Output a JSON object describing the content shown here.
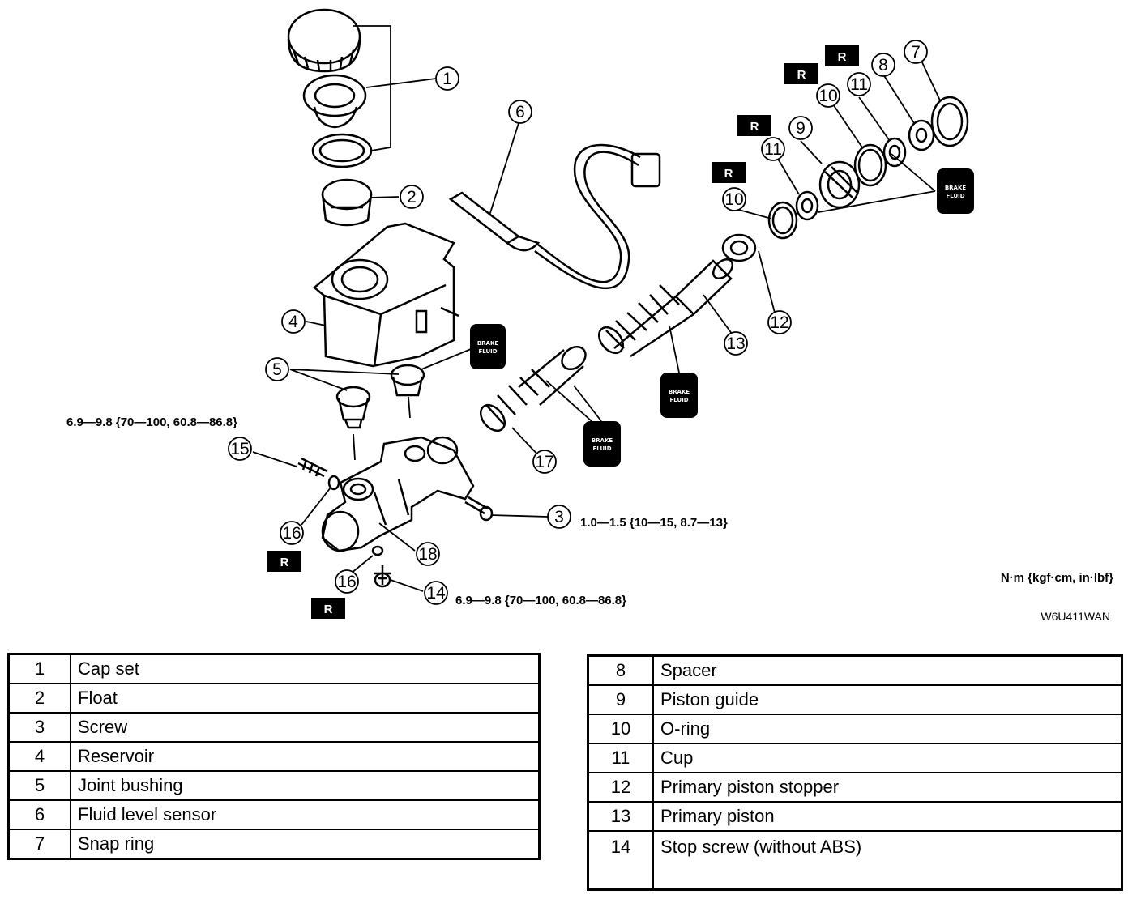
{
  "callouts": [
    "1",
    "2",
    "3",
    "4",
    "5",
    "6",
    "7",
    "8",
    "9",
    "10",
    "11",
    "12",
    "13",
    "14",
    "15",
    "16",
    "17",
    "18"
  ],
  "replace_badge": "R",
  "brake_fluid_label": [
    "BRAKE",
    "FLUID"
  ],
  "torque_specs": {
    "screw_15": "6.9—9.8 {70—100, 60.8—86.8}",
    "screw_3": "1.0—1.5 {10—15, 8.7—13}",
    "screw_14": "6.9—9.8 {70—100, 60.8—86.8}"
  },
  "units": "N·m {kgf·cm, in·lbf}",
  "figure_code": "W6U411WAN",
  "legend_left": [
    {
      "num": "1",
      "name": "Cap set"
    },
    {
      "num": "2",
      "name": "Float"
    },
    {
      "num": "3",
      "name": "Screw"
    },
    {
      "num": "4",
      "name": "Reservoir"
    },
    {
      "num": "5",
      "name": "Joint bushing"
    },
    {
      "num": "6",
      "name": "Fluid level sensor"
    },
    {
      "num": "7",
      "name": "Snap ring"
    }
  ],
  "legend_right": [
    {
      "num": "8",
      "name": "Spacer"
    },
    {
      "num": "9",
      "name": "Piston guide"
    },
    {
      "num": "10",
      "name": "O-ring"
    },
    {
      "num": "11",
      "name": "Cup"
    },
    {
      "num": "12",
      "name": "Primary piston stopper"
    },
    {
      "num": "13",
      "name": "Primary piston"
    },
    {
      "num": "14",
      "name": "Stop screw (without ABS)"
    }
  ]
}
